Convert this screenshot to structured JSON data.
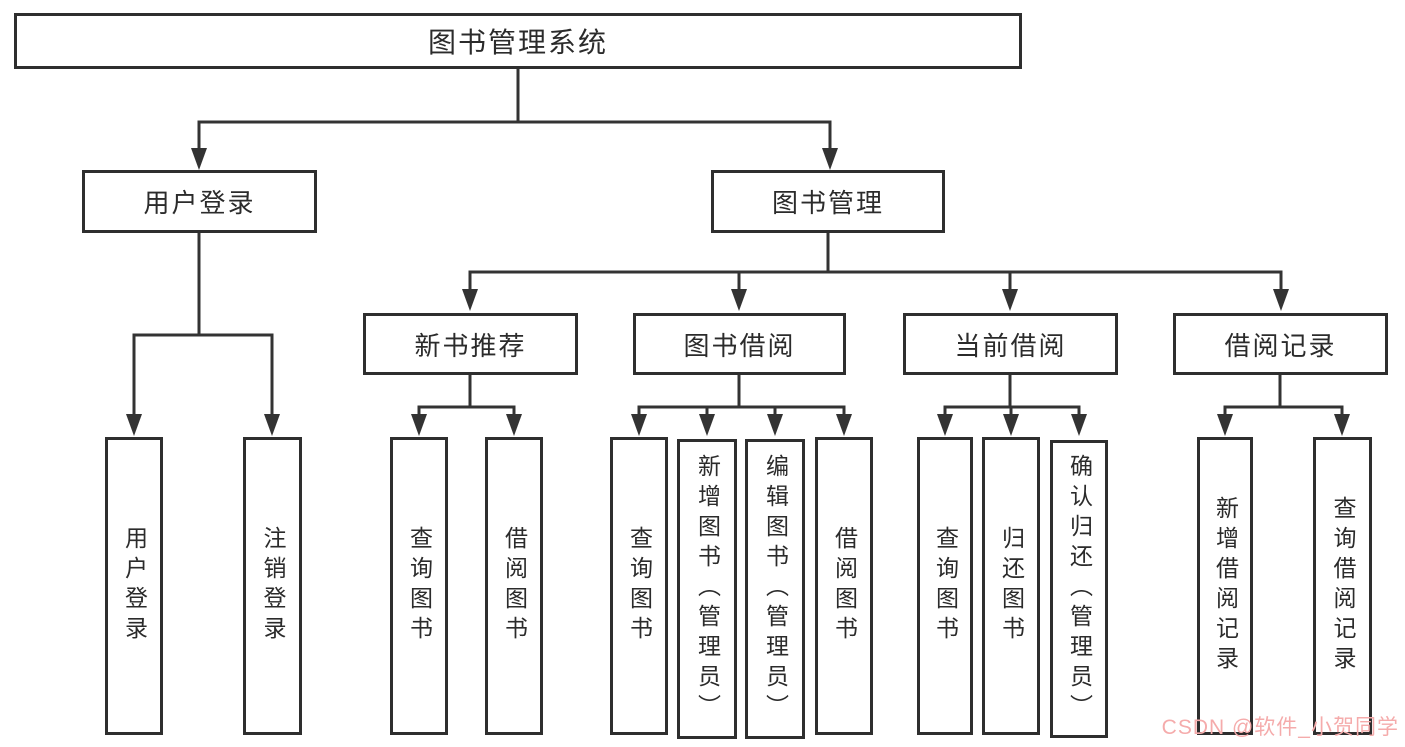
{
  "tree": {
    "root": {
      "label": "图书管理系统"
    },
    "branches": [
      {
        "label": "用户登录",
        "leaves": [
          {
            "label": "用户登录"
          },
          {
            "label": "注销登录"
          }
        ]
      },
      {
        "label": "图书管理",
        "sections": [
          {
            "label": "新书推荐",
            "leaves": [
              {
                "label": "查询图书"
              },
              {
                "label": "借阅图书"
              }
            ]
          },
          {
            "label": "图书借阅",
            "leaves": [
              {
                "label": "查询图书"
              },
              {
                "label": "新增图书（管理员）"
              },
              {
                "label": "编辑图书（管理员）"
              },
              {
                "label": "借阅图书"
              }
            ]
          },
          {
            "label": "当前借阅",
            "leaves": [
              {
                "label": "查询图书"
              },
              {
                "label": "归还图书"
              },
              {
                "label": "确认归还（管理员）"
              }
            ]
          },
          {
            "label": "借阅记录",
            "leaves": [
              {
                "label": "新增借阅记录"
              },
              {
                "label": "查询借阅记录"
              }
            ]
          }
        ]
      }
    ]
  },
  "watermark": {
    "text": "CSDN @软件_小贺同学",
    "color": "#f5abab"
  },
  "colors": {
    "line": "#333333",
    "box_border": "#2e2e2e",
    "text": "#2b2b2b",
    "background": "#ffffff"
  }
}
